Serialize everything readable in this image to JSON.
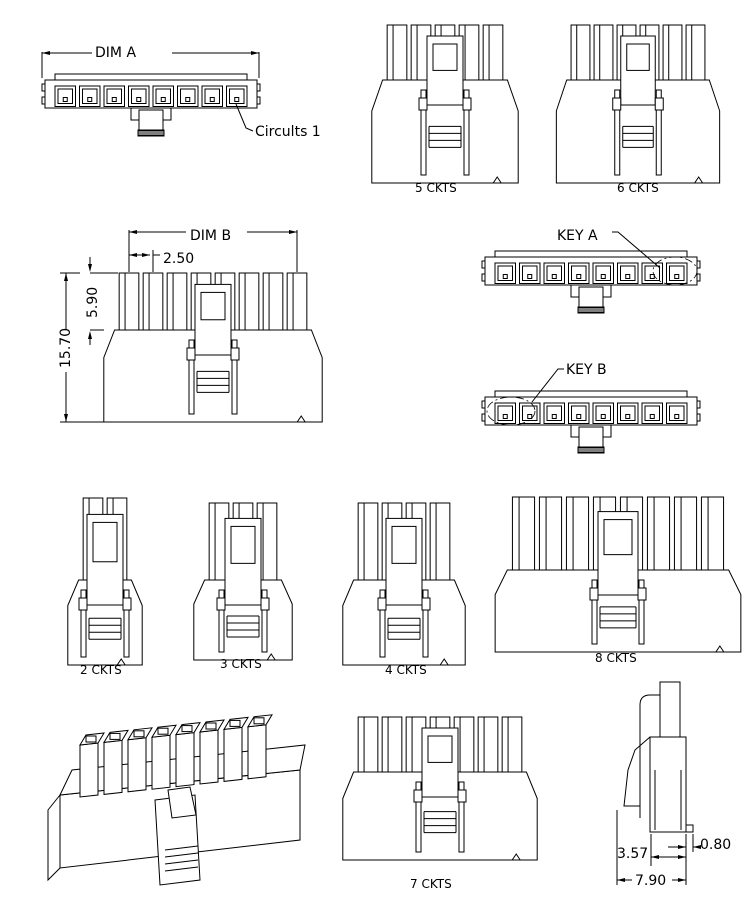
{
  "title_view": {
    "dim_a": "DIM A",
    "circuits_label": "Circults 1"
  },
  "front_view": {
    "dim_b": "DIM B",
    "pitch": "2.50",
    "tower_height": "5.90",
    "total_height": "15.70"
  },
  "key_views": {
    "key_a": "KEY A",
    "key_b": "KEY B"
  },
  "variants": [
    {
      "label": "2 CKTS",
      "circuits": 2
    },
    {
      "label": "3 CKTS",
      "circuits": 3
    },
    {
      "label": "4 CKTS",
      "circuits": 4
    },
    {
      "label": "5 CKTS",
      "circuits": 5
    },
    {
      "label": "6 CKTS",
      "circuits": 6
    },
    {
      "label": "7 CKTS",
      "circuits": 7
    },
    {
      "label": "8 CKTS",
      "circuits": 8
    }
  ],
  "side_view": {
    "width": "7.90",
    "offset": "3.57",
    "tab": "0.80"
  }
}
